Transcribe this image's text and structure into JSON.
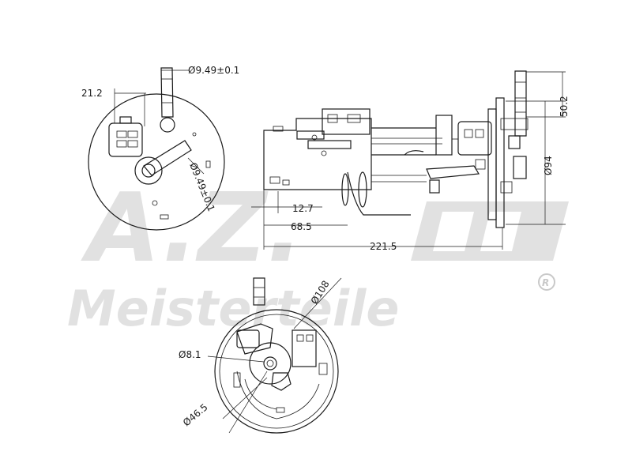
{
  "dimensions": {
    "top_tube_dia": "Ø9.49±0.1",
    "offset_212": "21.2",
    "angled_tube_dia": "Ø9.49±0.1",
    "height_502": "50.2",
    "height_94": "Ø94",
    "len_127": "12.7",
    "len_685": "68.5",
    "len_2215": "221.5",
    "dia_108": "Ø108",
    "dia_81": "Ø8.1",
    "dia_465": "Ø46.5"
  },
  "watermark": {
    "logo": "A.Z.",
    "brand": "Meisterteile",
    "registered": "R"
  }
}
